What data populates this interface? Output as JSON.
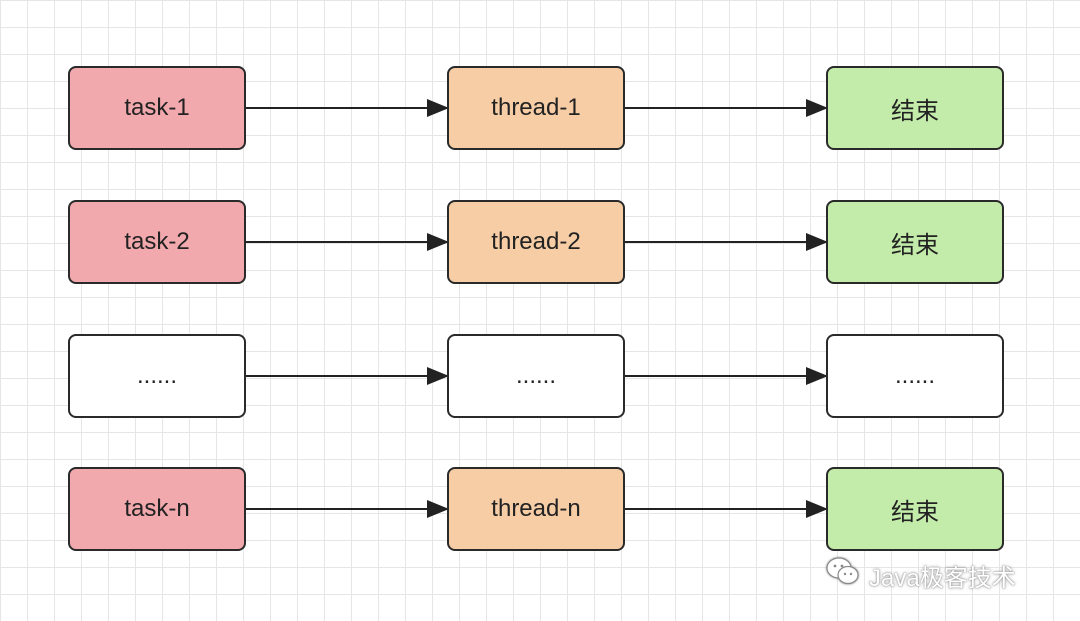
{
  "colors": {
    "task": "#f2a9ad",
    "thread": "#f7cda6",
    "end": "#c3ecaa",
    "placeholder": "#ffffff",
    "stroke": "#2a2a2a"
  },
  "rows": [
    {
      "task": "task-1",
      "thread": "thread-1",
      "end": "结束",
      "kind": "normal"
    },
    {
      "task": "task-2",
      "thread": "thread-2",
      "end": "结束",
      "kind": "normal"
    },
    {
      "task": "......",
      "thread": "......",
      "end": "......",
      "kind": "placeholder"
    },
    {
      "task": "task-n",
      "thread": "thread-n",
      "end": "结束",
      "kind": "normal"
    }
  ],
  "watermark": {
    "icon": "wechat-icon",
    "text": "Java极客技术"
  }
}
